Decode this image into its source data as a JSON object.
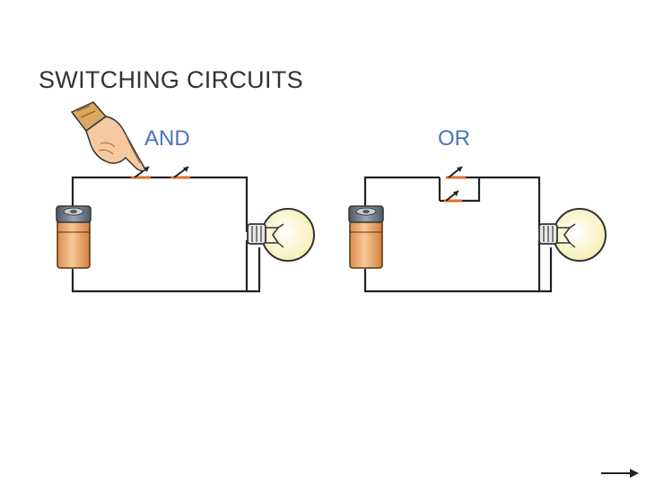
{
  "slide": {
    "title": "SWITCHING CIRCUITS",
    "and_label": "AND",
    "or_label": "OR"
  },
  "colors": {
    "title": "#333333",
    "label": "#4a74b4",
    "wire": "#222222",
    "switch_contact": "#e07030",
    "battery_body": "#f2b27a",
    "battery_cap": "#6e7a86",
    "bulb_glass": "#fff8d0",
    "hand_skin": "#f6c9a0",
    "cuff": "#d9a860"
  },
  "icons": [
    "pointing-hand-icon",
    "battery-icon",
    "light-bulb-icon",
    "switch-icon",
    "next-arrow-icon"
  ]
}
